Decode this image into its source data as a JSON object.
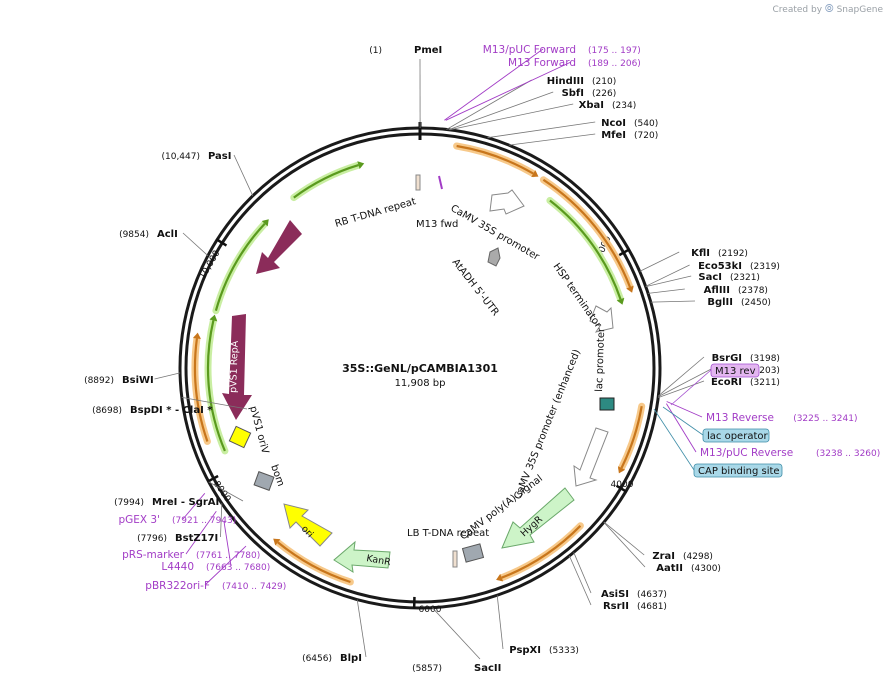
{
  "brand": {
    "created_by": "Created by",
    "product": "SnapGene"
  },
  "plasmid": {
    "name": "35S::GeNL/pCAMBIA1301",
    "length": "11,908 bp",
    "total_bp": 11908
  },
  "ticks": [
    {
      "bp": 2000,
      "label": "2000"
    },
    {
      "bp": 4000,
      "label": "4000"
    },
    {
      "bp": 6000,
      "label": "6000"
    },
    {
      "bp": 8000,
      "label": "8000"
    },
    {
      "bp": 10000,
      "label": "10,000"
    }
  ],
  "sites": [
    {
      "name": "PmeI",
      "pos": "(1)",
      "bp": 1,
      "side": "top"
    },
    {
      "name": "HindIII",
      "pos": "(210)",
      "bp": 210,
      "side": "right"
    },
    {
      "name": "SbfI",
      "pos": "(226)",
      "bp": 226,
      "side": "right"
    },
    {
      "name": "XbaI",
      "pos": "(234)",
      "bp": 234,
      "side": "right"
    },
    {
      "name": "NcoI",
      "pos": "(540)",
      "bp": 540,
      "side": "right"
    },
    {
      "name": "MfeI",
      "pos": "(720)",
      "bp": 720,
      "side": "right"
    },
    {
      "name": "KflI",
      "pos": "(2192)",
      "bp": 2192,
      "side": "right"
    },
    {
      "name": "Eco53kI",
      "pos": "(2319)",
      "bp": 2319,
      "side": "right"
    },
    {
      "name": "SacI",
      "pos": "(2321)",
      "bp": 2321,
      "side": "right"
    },
    {
      "name": "AflIII",
      "pos": "(2378)",
      "bp": 2378,
      "side": "right"
    },
    {
      "name": "BglII",
      "pos": "(2450)",
      "bp": 2450,
      "side": "right"
    },
    {
      "name": "BsrGI",
      "pos": "(3198)",
      "bp": 3198,
      "side": "right"
    },
    {
      "name": "SpeI",
      "pos": "(3203)",
      "bp": 3203,
      "side": "right"
    },
    {
      "name": "EcoRI",
      "pos": "(3211)",
      "bp": 3211,
      "side": "right"
    },
    {
      "name": "ZraI",
      "pos": "(4298)",
      "bp": 4298,
      "side": "right"
    },
    {
      "name": "AatII",
      "pos": "(4300)",
      "bp": 4300,
      "side": "right"
    },
    {
      "name": "AsiSI",
      "pos": "(4637)",
      "bp": 4637,
      "side": "right"
    },
    {
      "name": "RsrII",
      "pos": "(4681)",
      "bp": 4681,
      "side": "right"
    },
    {
      "name": "PspXI",
      "pos": "(5333)",
      "bp": 5333,
      "side": "right"
    },
    {
      "name": "SacII",
      "pos": "(5857)",
      "bp": 5857,
      "side": "bottom"
    },
    {
      "name": "BlpI",
      "pos": "(6456)",
      "bp": 6456,
      "side": "left"
    },
    {
      "name": "BstZ17I",
      "pos": "(7796)",
      "bp": 7796,
      "side": "left"
    },
    {
      "name": "MreI  -  SgrAI",
      "pos": "(7994)",
      "bp": 7994,
      "side": "left"
    },
    {
      "name": "BspDI *  -  ClaI *",
      "pos": "(8698)",
      "bp": 8698,
      "side": "left"
    },
    {
      "name": "BsiWI",
      "pos": "(8892)",
      "bp": 8892,
      "side": "left"
    },
    {
      "name": "AclI",
      "pos": "(9854)",
      "bp": 9854,
      "side": "left"
    },
    {
      "name": "PasI",
      "pos": "(10,447)",
      "bp": 10447,
      "side": "left"
    }
  ],
  "primers": [
    {
      "name": "M13/pUC Forward",
      "range": "(175 .. 197)",
      "bp": 186
    },
    {
      "name": "M13 Forward",
      "range": "(189 .. 206)",
      "bp": 197
    },
    {
      "name": "M13 Reverse",
      "range": "(3225 .. 3241)",
      "bp": 3233
    },
    {
      "name": "M13/pUC Reverse",
      "range": "(3238 .. 3260)",
      "bp": 3249
    },
    {
      "name": "pGEX 3'",
      "range": "(7921 .. 7943)",
      "bp": 7932
    },
    {
      "name": "pRS-marker",
      "range": "(7761 .. 7780)",
      "bp": 7770
    },
    {
      "name": "L4440",
      "range": "(7663 .. 7680)",
      "bp": 7671
    },
    {
      "name": "pBR322ori-F",
      "range": "(7410 .. 7429)",
      "bp": 7420
    }
  ],
  "boxed_features": [
    {
      "name": "M13 rev",
      "fill": "#e3b6f0",
      "stroke": "#a34fcf"
    },
    {
      "name": "lac operator",
      "fill": "#a9d8e8",
      "stroke": "#3f8ea8"
    },
    {
      "name": "CAP binding site",
      "fill": "#a9d8e8",
      "stroke": "#3f8ea8"
    }
  ],
  "features": [
    {
      "name": "RB T-DNA repeat"
    },
    {
      "name": "M13 fwd"
    },
    {
      "name": "CaMV 35S promoter"
    },
    {
      "name": "AtADH 5'-UTR"
    },
    {
      "name": "HSP terminator"
    },
    {
      "name": "lac promoter"
    },
    {
      "name": "CaMV 35S promoter (enhanced)"
    },
    {
      "name": "HygR"
    },
    {
      "name": "CaMV poly(A) signal"
    },
    {
      "name": "LB T-DNA repeat"
    },
    {
      "name": "KanR"
    },
    {
      "name": "ori"
    },
    {
      "name": "bom"
    },
    {
      "name": "pVS1 oriV"
    },
    {
      "name": "pVS1 RepA"
    },
    {
      "name": "pVS1 StaA"
    }
  ],
  "colors": {
    "backbone": "#1a1a1a",
    "primer": "#a23cc6",
    "orf_orange": "#c8761c",
    "orf_glow_orange": "#f7c98a",
    "orf_green": "#5a9a1e",
    "orf_glow_green": "#c9eea2",
    "repa": "#8b2c5a",
    "promoter": "#ffffff",
    "kanr_hygr": "#cdf4c8",
    "ori": "#ffff00",
    "bom": "#a0a8b0",
    "oriv": "#ffff00",
    "line": "#777777"
  }
}
